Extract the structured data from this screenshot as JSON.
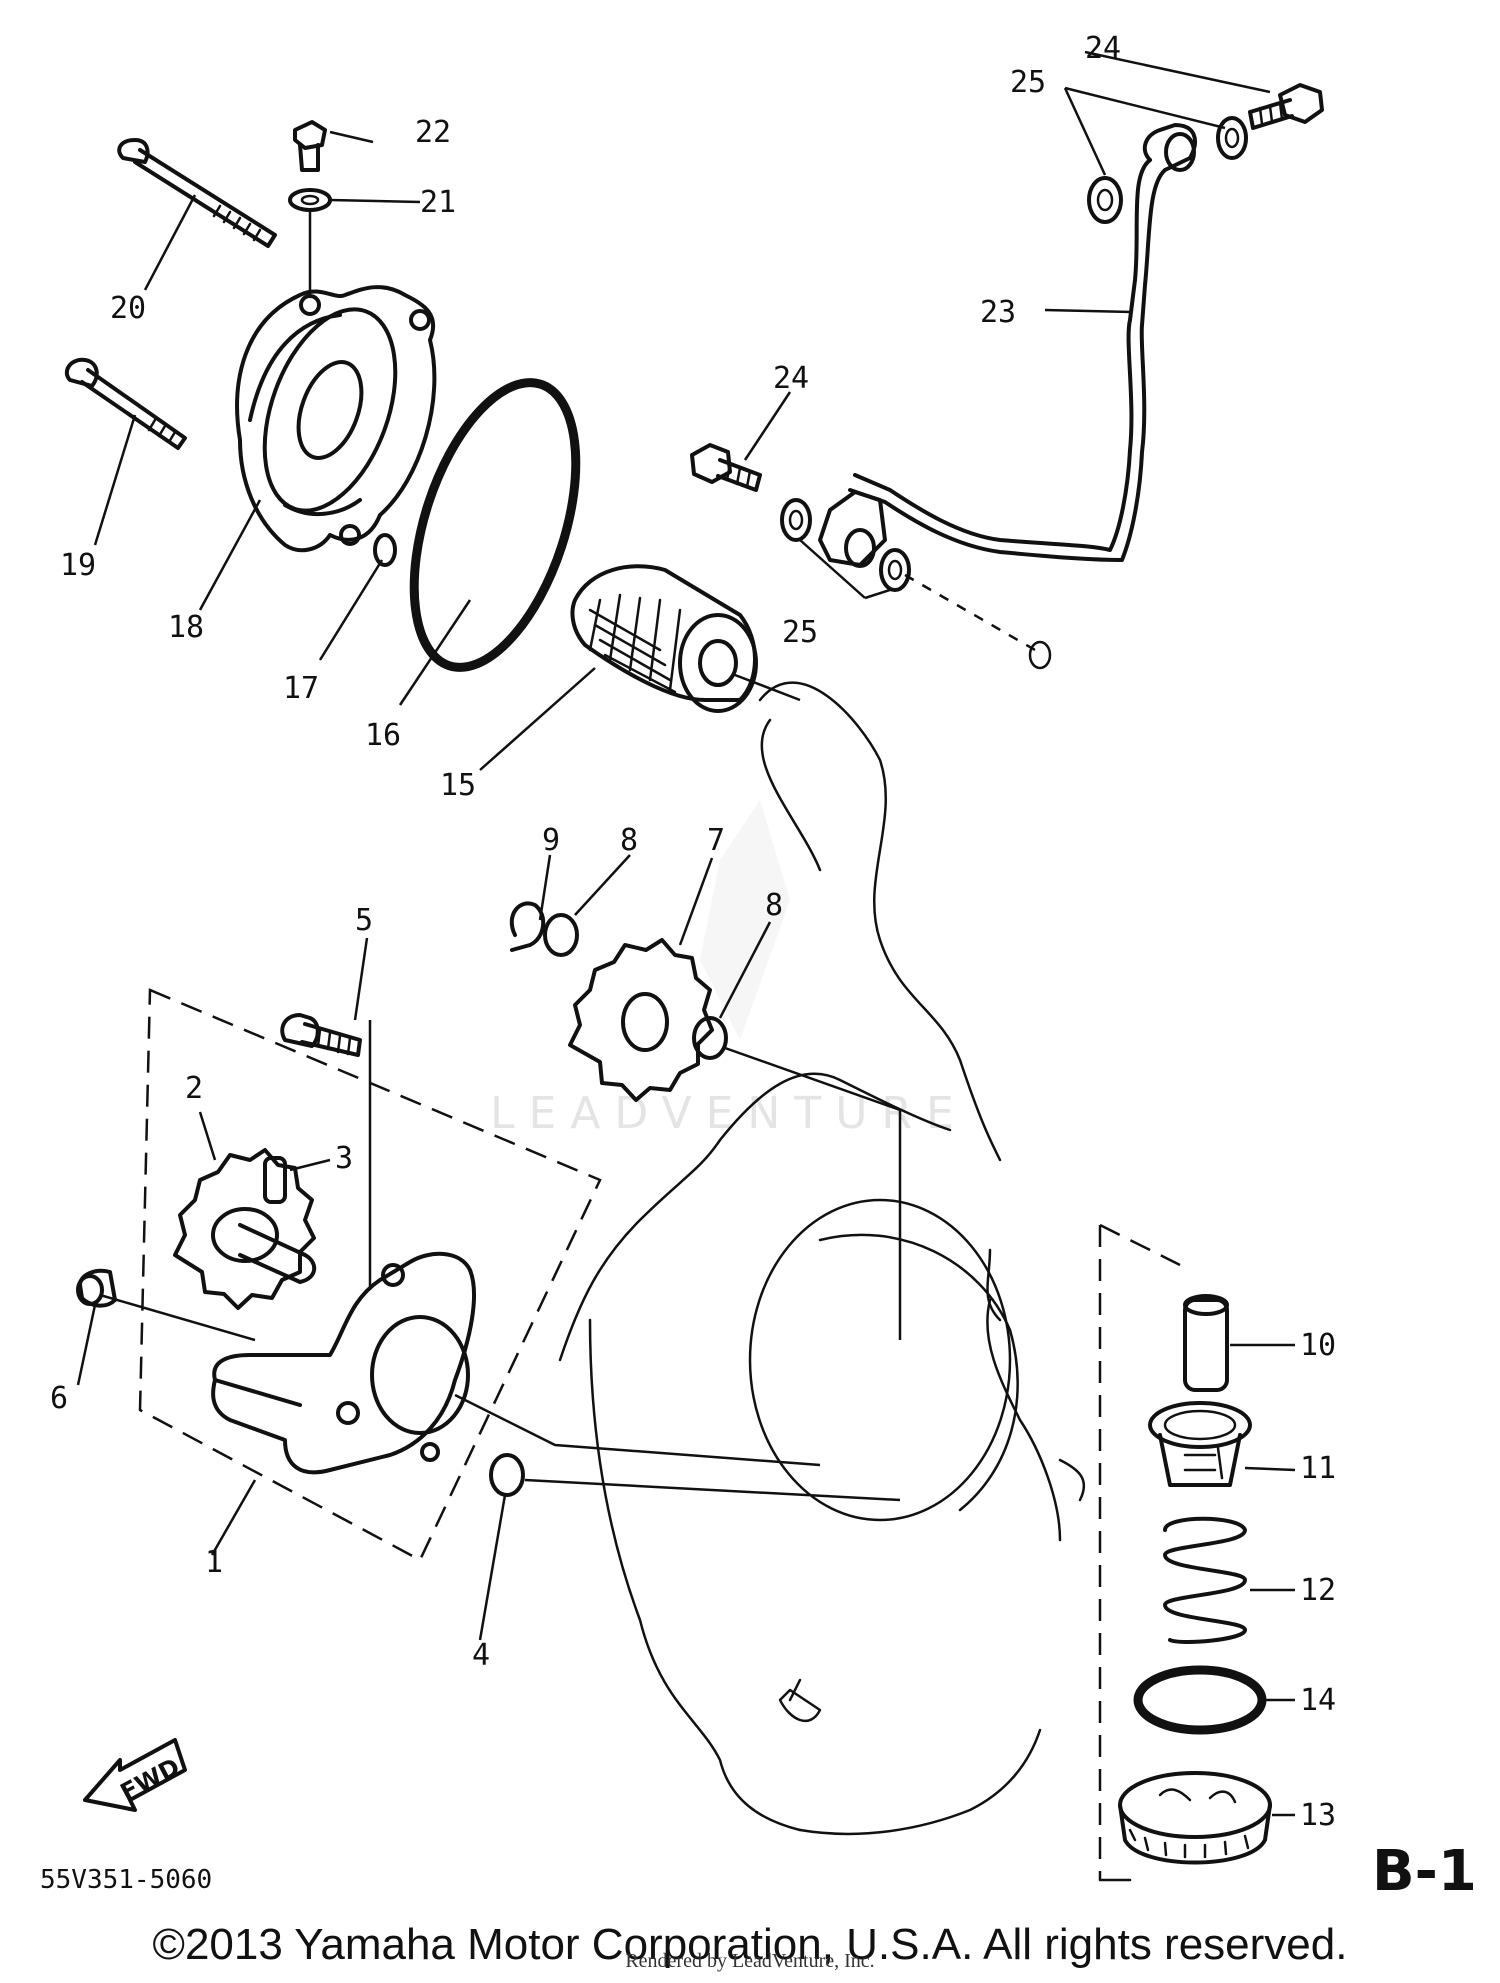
{
  "callouts": [
    "1",
    "2",
    "3",
    "4",
    "5",
    "6",
    "7",
    "8",
    "9",
    "10",
    "11",
    "12",
    "13",
    "14",
    "15",
    "16",
    "17",
    "18",
    "19",
    "20",
    "21",
    "22",
    "23",
    "24",
    "25"
  ],
  "fwd_label": "FWD",
  "diagram_code": "55V351-5060",
  "page_ref": "B-1",
  "watermark": "LEADVENTURE",
  "copyright": "©2013 Yamaha Motor Corporation, U.S.A. All rights reserved.",
  "rendered_by": "Rendered by LeadVenture, Inc."
}
